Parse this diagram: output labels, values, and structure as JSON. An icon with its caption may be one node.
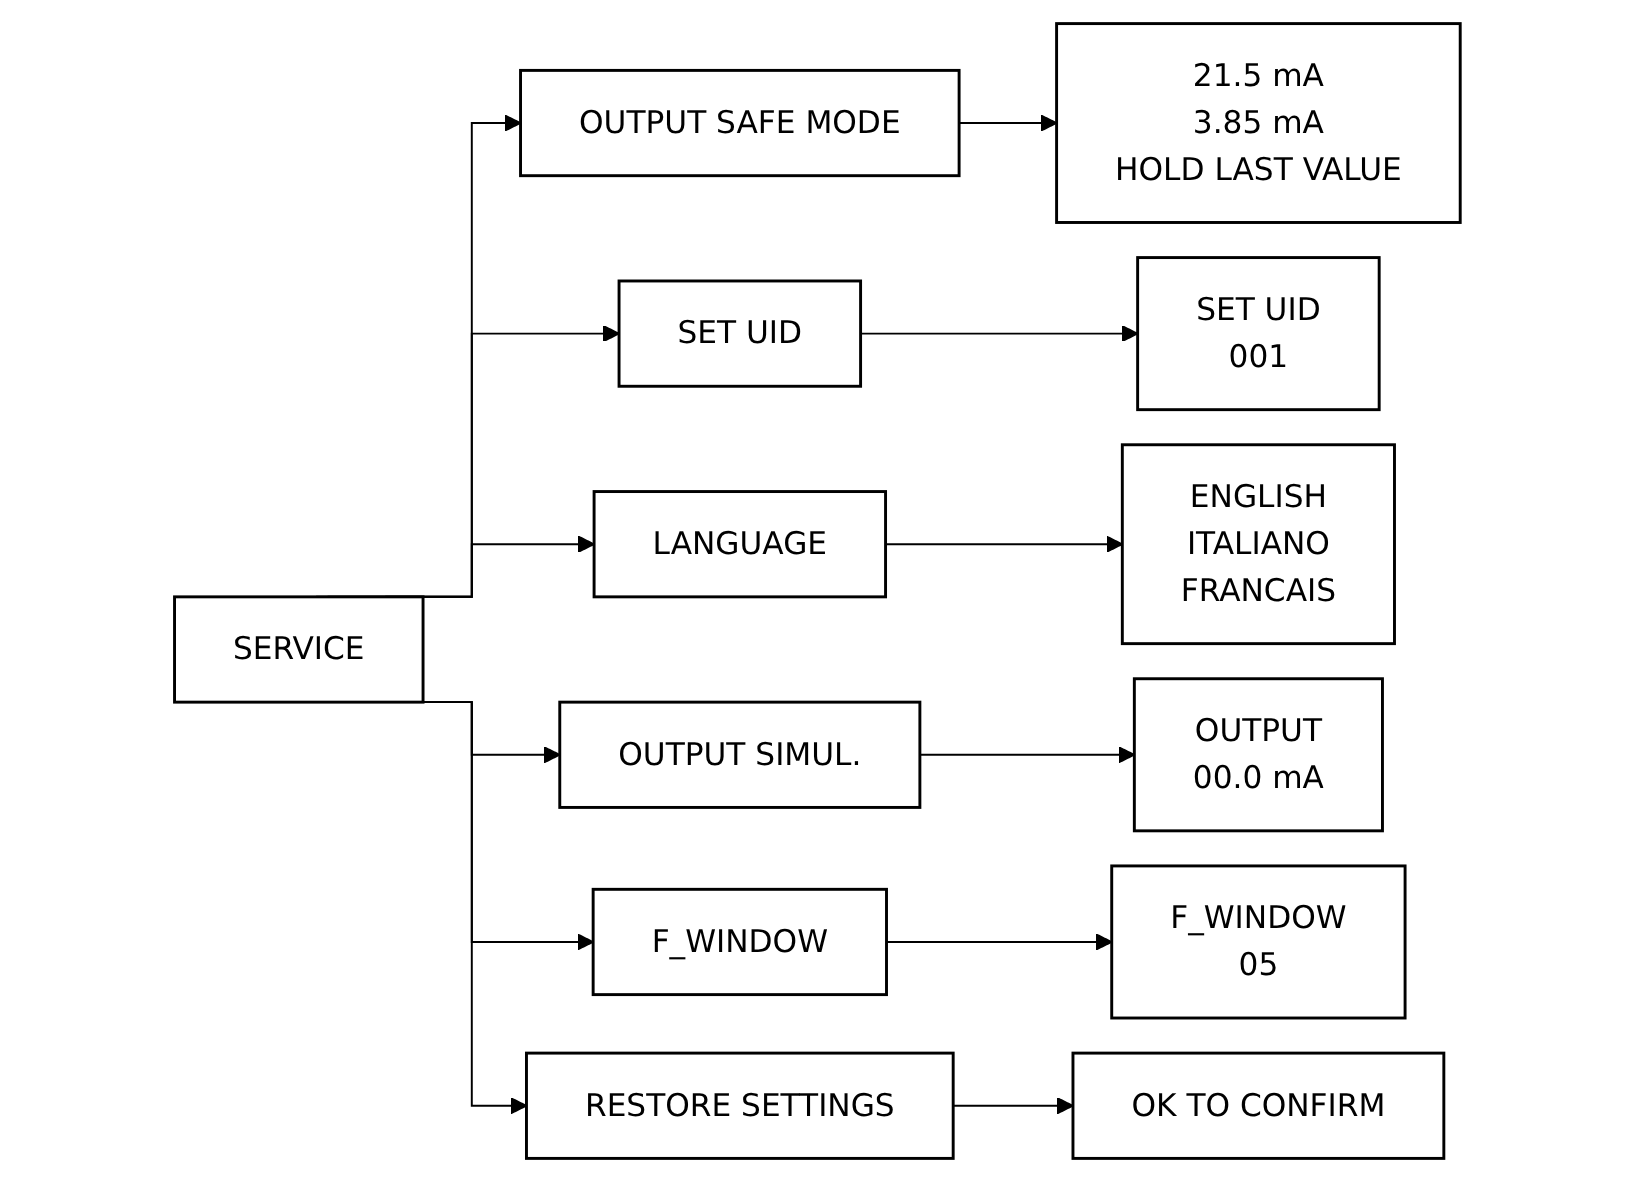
{
  "diagram": {
    "nodes": [
      {
        "text": [
          "SERVICE"
        ]
      },
      {
        "text": [
          "OUTPUT SAFE MODE"
        ]
      },
      {
        "text": [
          "21.5 mA",
          "3.85 mA",
          "HOLD LAST VALUE"
        ]
      },
      {
        "text": [
          "SET UID"
        ]
      },
      {
        "text": [
          "SET UID",
          "001"
        ]
      },
      {
        "text": [
          "LANGUAGE"
        ]
      },
      {
        "text": [
          "ENGLISH",
          "ITALIANO",
          "FRANCAIS"
        ]
      },
      {
        "text": [
          "OUTPUT SIMUL."
        ]
      },
      {
        "text": [
          "OUTPUT",
          "00.0 mA"
        ]
      },
      {
        "text": [
          "F_WINDOW"
        ]
      },
      {
        "text": [
          "F_WINDOW",
          "05"
        ]
      },
      {
        "text": [
          "RESTORE SETTINGS"
        ]
      },
      {
        "text": [
          "OK TO CONFIRM"
        ]
      }
    ],
    "edges": [
      {
        "from": 0,
        "to": 1,
        "arrow": "to"
      },
      {
        "from": 0,
        "to": 3,
        "arrow": "to"
      },
      {
        "from": 0,
        "to": 5,
        "arrow": "to"
      },
      {
        "from": 0,
        "to": 7,
        "arrow": "to"
      },
      {
        "from": 0,
        "to": 9,
        "arrow": "to"
      },
      {
        "from": 0,
        "to": 11,
        "arrow": "to"
      },
      {
        "from": 1,
        "to": 2,
        "arrow": "to"
      },
      {
        "from": 3,
        "to": 4,
        "arrow": "to"
      },
      {
        "from": 5,
        "to": 6,
        "arrow": "to"
      },
      {
        "from": 7,
        "to": 8,
        "arrow": "to"
      },
      {
        "from": 9,
        "to": 10,
        "arrow": "to"
      },
      {
        "from": 11,
        "to": 12,
        "arrow": "to"
      }
    ]
  }
}
